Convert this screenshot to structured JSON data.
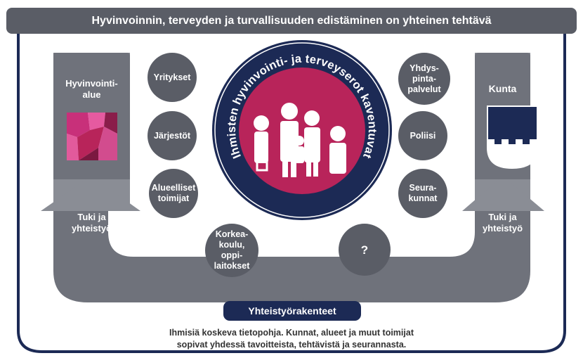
{
  "header": {
    "title": "Hyvinvoinnin, terveyden ja turvallisuuden edistäminen on yhteinen tehtävä"
  },
  "left_column": {
    "title_line1": "Hyvinvointi-",
    "title_line2": "alue",
    "support_line1": "Tuki ja",
    "support_line2": "yhteistyö"
  },
  "right_column": {
    "title": "Kunta",
    "support_line1": "Tuki ja",
    "support_line2": "yhteistyö"
  },
  "center": {
    "arc_text": "Ihmisten hyvinvointi- ja terveyserot kaventuvat"
  },
  "left_circles": [
    {
      "lines": [
        "Yritykset"
      ]
    },
    {
      "lines": [
        "Järjestöt"
      ]
    },
    {
      "lines": [
        "Alueelliset",
        "toimijat"
      ]
    },
    {
      "lines": [
        "Korkea-",
        "koulu,",
        "oppi-",
        "laitokset"
      ]
    }
  ],
  "right_circles": [
    {
      "lines": [
        "Yhdys-",
        "pinta-",
        "palvelut"
      ]
    },
    {
      "lines": [
        "Poliisi"
      ]
    },
    {
      "lines": [
        "Seura-",
        "kunnat"
      ]
    },
    {
      "lines": [
        "?"
      ]
    }
  ],
  "footer": {
    "pill": "Yhteistyörakenteet",
    "line1": "Ihmisiä koskeva tietopohja. Kunnat, alueet ja muut toimijat",
    "line2": "sopivat yhdessä tavoitteista, tehtävistä ja seurannasta."
  },
  "colors": {
    "navy": "#1c2a55",
    "gray": "#5a5d66",
    "crimson": "#b8245a",
    "magenta": "#c8307a"
  }
}
